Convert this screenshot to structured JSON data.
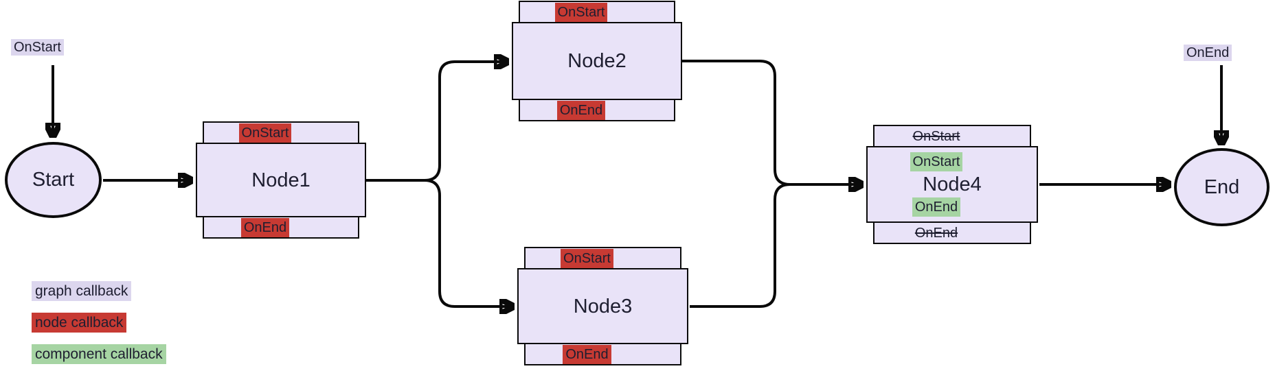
{
  "colors": {
    "node_fill": "#e9e3f8",
    "graph_callback_bg": "#dcd6ee",
    "node_callback_bg": "#c73a33",
    "component_callback_bg": "#a6d4a3",
    "line": "#0a0a0a",
    "text": "#1e1e30"
  },
  "graph_callbacks": {
    "on_start": "OnStart",
    "on_end": "OnEnd"
  },
  "nodes": {
    "start": {
      "label": "Start"
    },
    "node1": {
      "label": "Node1",
      "on_start": "OnStart",
      "on_end": "OnEnd"
    },
    "node2": {
      "label": "Node2",
      "on_start": "OnStart",
      "on_end": "OnEnd"
    },
    "node3": {
      "label": "Node3",
      "on_start": "OnStart",
      "on_end": "OnEnd"
    },
    "node4": {
      "label": "Node4",
      "struck_on_start": "OnStart",
      "struck_on_end": "OnEnd",
      "component_on_start": "OnStart",
      "component_on_end": "OnEnd"
    },
    "end": {
      "label": "End"
    }
  },
  "legend": [
    {
      "type": "graph",
      "label": "graph callback"
    },
    {
      "type": "node",
      "label": "node callback"
    },
    {
      "type": "component",
      "label": "component callback"
    }
  ]
}
